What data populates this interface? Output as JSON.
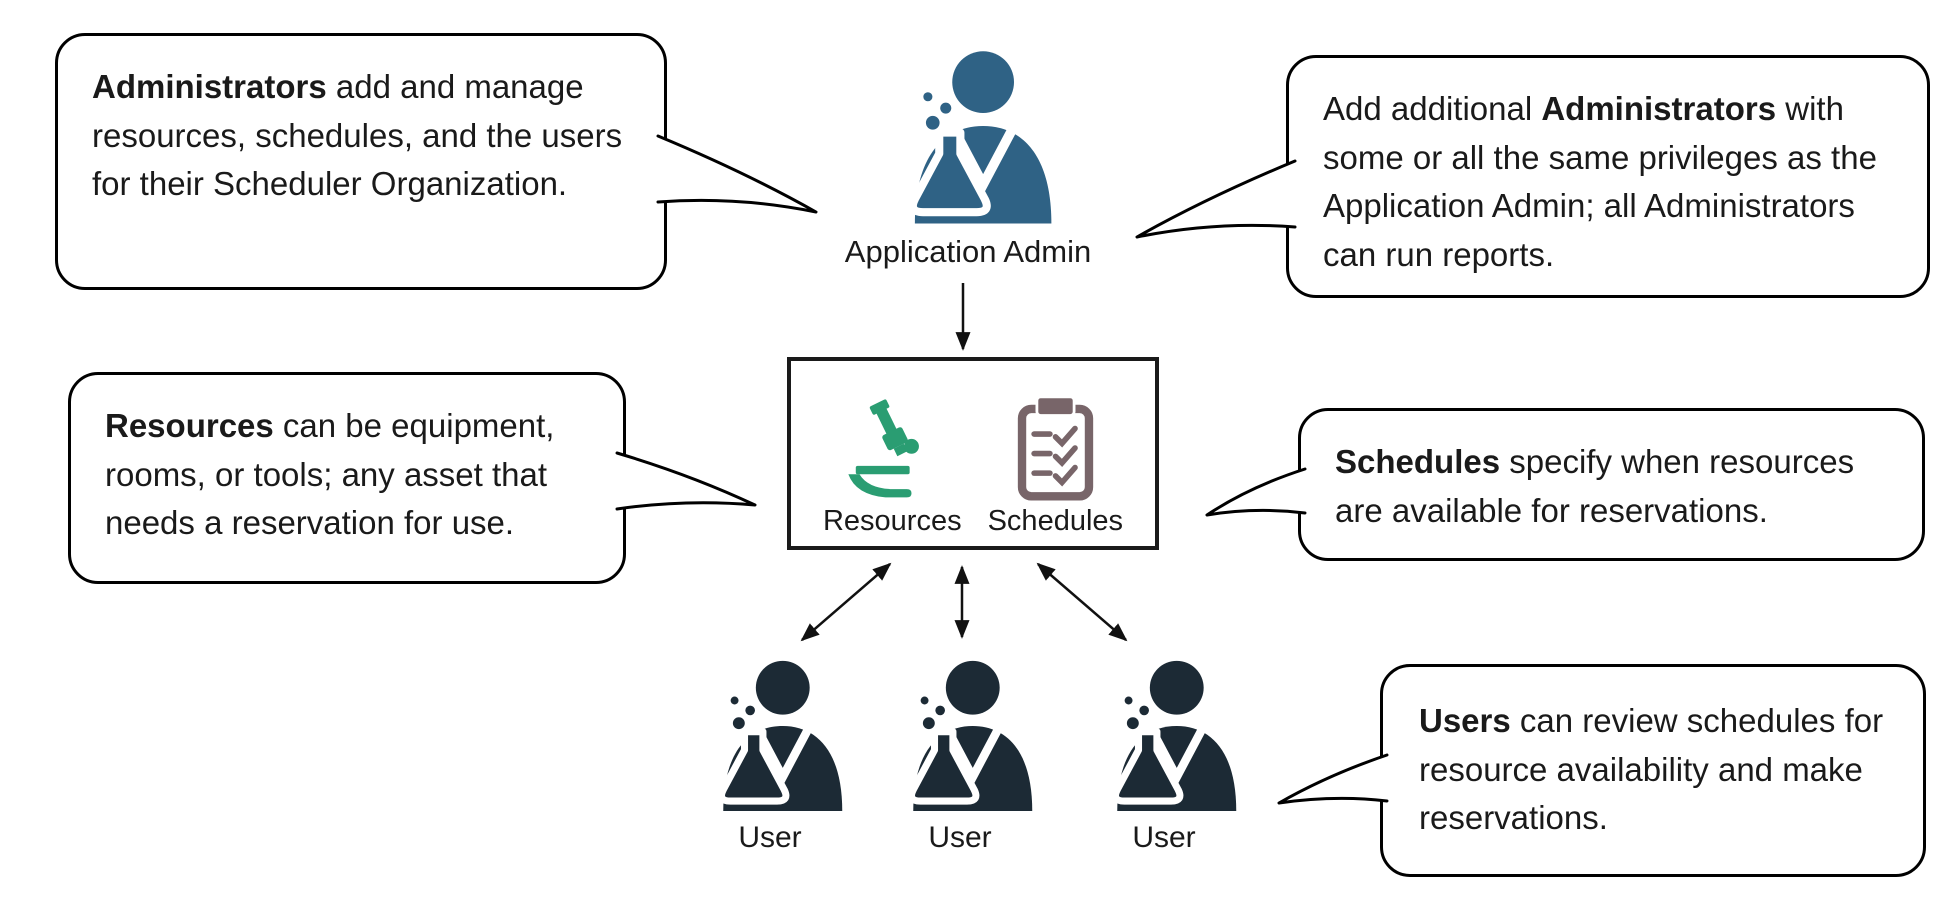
{
  "colors": {
    "admin_icon": "#2f6285",
    "user_icon": "#1c2a35",
    "microscope_icon": "#2a9d72",
    "clipboard_icon": "#786569",
    "outline": "#000000"
  },
  "icons": {
    "admin": "person-with-flask-icon",
    "user": "person-with-flask-icon",
    "resources": "microscope-icon",
    "schedules": "clipboard-checklist-icon"
  },
  "nodes": {
    "admin": {
      "label": "Application Admin"
    },
    "resources": {
      "label": "Resources"
    },
    "schedules": {
      "label": "Schedules"
    },
    "users": [
      {
        "label": "User"
      },
      {
        "label": "User"
      },
      {
        "label": "User"
      }
    ]
  },
  "callouts": {
    "admin_left": {
      "segments": [
        {
          "text": "Administrators",
          "bold": true
        },
        {
          "text": " add and manage resources, schedules, and the users for their Scheduler Organization.",
          "bold": false
        }
      ]
    },
    "admin_right": {
      "segments": [
        {
          "text": "Add additional ",
          "bold": false
        },
        {
          "text": "Administrators",
          "bold": true
        },
        {
          "text": " with some or all the same privileges as the Application Admin; all Administrators can run reports.",
          "bold": false
        }
      ]
    },
    "resources_left": {
      "segments": [
        {
          "text": "Resources",
          "bold": true
        },
        {
          "text": " can be equipment, rooms, or tools; any asset that needs a reservation for use.",
          "bold": false
        }
      ]
    },
    "schedules_right": {
      "segments": [
        {
          "text": "Schedules",
          "bold": true
        },
        {
          "text": " specify when resources are available for reservations.",
          "bold": false
        }
      ]
    },
    "users_right": {
      "segments": [
        {
          "text": "Users",
          "bold": true
        },
        {
          "text": " can review schedules for resource availability and make reservations.",
          "bold": false
        }
      ]
    }
  }
}
